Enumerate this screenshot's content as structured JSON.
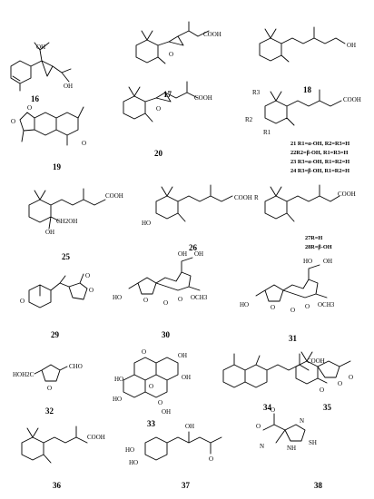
{
  "compounds": [
    {
      "id": "16",
      "label": "16"
    },
    {
      "id": "17",
      "label": "17",
      "atoms": [
        "O",
        "COOH"
      ]
    },
    {
      "id": "18",
      "label": "18",
      "atoms": [
        "OH"
      ]
    },
    {
      "id": "19",
      "label": "19",
      "atoms": [
        "O",
        "O",
        "O"
      ]
    },
    {
      "id": "20",
      "label": "20",
      "atoms": [
        "O",
        "COOH"
      ]
    },
    {
      "id": "21",
      "label": "21 R1=α-OH, R2=R3=H",
      "atoms": [
        "R3",
        "R2",
        "R1",
        "COOH"
      ]
    },
    {
      "id": "22",
      "label": "22R2=β-OH, R1=R3=H"
    },
    {
      "id": "23",
      "label": "23 R3=α-OH, R1=R2=H"
    },
    {
      "id": "24",
      "label": "24 R3=β-OH, R1=R2=H"
    },
    {
      "id": "25",
      "label": "25",
      "atoms": [
        "COOH",
        "CH2OH",
        "OH"
      ]
    },
    {
      "id": "26",
      "label": "26",
      "atoms": [
        "HO",
        "COOH"
      ]
    },
    {
      "id": "27",
      "label": "27R=H",
      "atoms": [
        "R",
        "COOH"
      ]
    },
    {
      "id": "28",
      "label": "28R=β-OH"
    },
    {
      "id": "29",
      "label": "29",
      "atoms": [
        "O",
        "O",
        "O"
      ]
    },
    {
      "id": "30",
      "label": "30",
      "atoms": [
        "OH",
        "OH",
        "HO",
        "O",
        "O",
        "OCH3",
        "O"
      ]
    },
    {
      "id": "31",
      "label": "31",
      "atoms": [
        "HO",
        "OH",
        "HO",
        "O",
        "O",
        "OCH3",
        "O"
      ]
    },
    {
      "id": "32",
      "label": "32",
      "atoms": [
        "HOH2C",
        "O",
        "CHO"
      ]
    },
    {
      "id": "33",
      "label": "33",
      "atoms": [
        "O",
        "OH",
        "HO",
        "OH",
        "HO",
        "O",
        "O",
        "OH"
      ]
    },
    {
      "id": "34",
      "label": "34",
      "atoms": [
        "COOH"
      ]
    },
    {
      "id": "35",
      "label": "35",
      "atoms": [
        "O",
        "O",
        "O"
      ]
    },
    {
      "id": "36",
      "label": "36",
      "atoms": [
        "COOH"
      ]
    },
    {
      "id": "37",
      "label": "37",
      "atoms": [
        "HO",
        "HO",
        "OH",
        "O"
      ]
    },
    {
      "id": "38",
      "label": "38",
      "atoms": [
        "O",
        "O",
        "N",
        "N",
        "NH",
        "SH"
      ]
    }
  ]
}
